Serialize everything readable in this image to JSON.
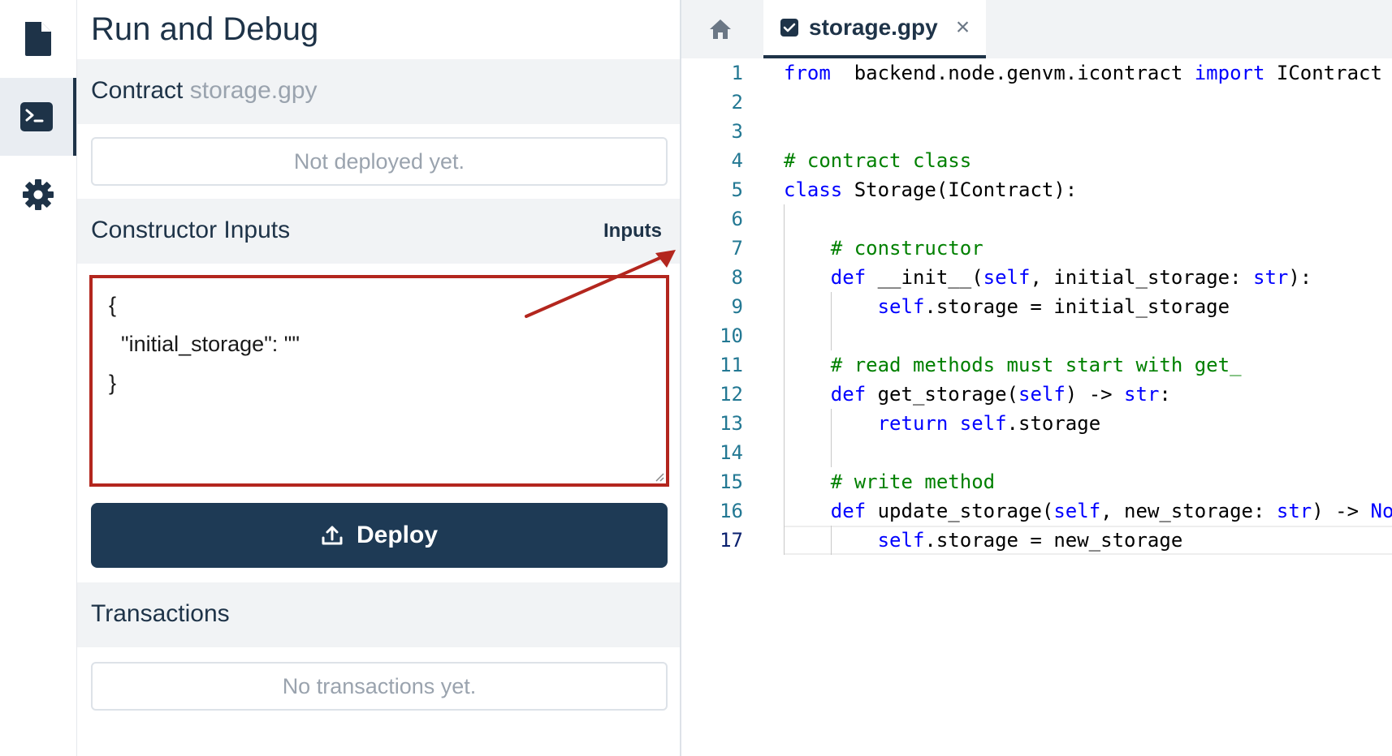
{
  "activity_bar": {
    "items": [
      {
        "name": "files",
        "icon": "file-icon",
        "active": false
      },
      {
        "name": "run-debug",
        "icon": "terminal-icon",
        "active": true
      },
      {
        "name": "settings",
        "icon": "gear-icon",
        "active": false
      }
    ]
  },
  "sidebar": {
    "title": "Run and Debug",
    "contract": {
      "label": "Contract",
      "file": "storage.gpy",
      "status": "Not deployed yet."
    },
    "constructor": {
      "label": "Constructor Inputs",
      "inputs_label": "Inputs",
      "json_lines": [
        "{",
        "  \"initial_storage\": \"\"",
        "}"
      ]
    },
    "deploy_label": "Deploy",
    "transactions": {
      "label": "Transactions",
      "empty": "No transactions yet."
    }
  },
  "editor": {
    "home_icon": "home-icon",
    "tab": {
      "label": "storage.gpy",
      "icon": "check-square-icon",
      "close": "×"
    },
    "current_line": 17,
    "lines": [
      {
        "n": "1",
        "indent": "",
        "tokens": [
          [
            "kw",
            "from"
          ],
          [
            "",
            "  backend.node.genvm.icontract "
          ],
          [
            "kw",
            "import"
          ],
          [
            "",
            " IContract"
          ]
        ]
      },
      {
        "n": "2",
        "indent": "",
        "tokens": []
      },
      {
        "n": "3",
        "indent": "",
        "tokens": []
      },
      {
        "n": "4",
        "indent": "",
        "tokens": [
          [
            "cm",
            "# contract class"
          ]
        ]
      },
      {
        "n": "5",
        "indent": "",
        "tokens": [
          [
            "kw",
            "class"
          ],
          [
            "",
            " Storage(IContract):"
          ]
        ]
      },
      {
        "n": "6",
        "indent": "",
        "tokens": []
      },
      {
        "n": "7",
        "indent": "    ",
        "tokens": [
          [
            "cm",
            "# constructor"
          ]
        ]
      },
      {
        "n": "8",
        "indent": "    ",
        "tokens": [
          [
            "kw",
            "def"
          ],
          [
            "",
            " __init__("
          ],
          [
            "kw",
            "self"
          ],
          [
            "",
            ", initial_storage: "
          ],
          [
            "kw",
            "str"
          ],
          [
            "",
            "):"
          ]
        ]
      },
      {
        "n": "9",
        "indent": "        ",
        "tokens": [
          [
            "kw",
            "self"
          ],
          [
            "",
            ".storage = initial_storage"
          ]
        ]
      },
      {
        "n": "10",
        "indent": "",
        "tokens": []
      },
      {
        "n": "11",
        "indent": "    ",
        "tokens": [
          [
            "cm",
            "# read methods must start with get_"
          ]
        ]
      },
      {
        "n": "12",
        "indent": "    ",
        "tokens": [
          [
            "kw",
            "def"
          ],
          [
            "",
            " get_storage("
          ],
          [
            "kw",
            "self"
          ],
          [
            "",
            ") -> "
          ],
          [
            "kw",
            "str"
          ],
          [
            "",
            ":"
          ]
        ]
      },
      {
        "n": "13",
        "indent": "        ",
        "tokens": [
          [
            "kw",
            "return"
          ],
          [
            "",
            " "
          ],
          [
            "kw",
            "self"
          ],
          [
            "",
            ".storage"
          ]
        ]
      },
      {
        "n": "14",
        "indent": "",
        "tokens": []
      },
      {
        "n": "15",
        "indent": "    ",
        "tokens": [
          [
            "cm",
            "# write method"
          ]
        ]
      },
      {
        "n": "16",
        "indent": "    ",
        "tokens": [
          [
            "kw",
            "def"
          ],
          [
            "",
            " update_storage("
          ],
          [
            "kw",
            "self"
          ],
          [
            "",
            ", new_storage: "
          ],
          [
            "kw",
            "str"
          ],
          [
            "",
            ") -> "
          ],
          [
            "kw",
            "No"
          ]
        ]
      },
      {
        "n": "17",
        "indent": "        ",
        "tokens": [
          [
            "kw",
            "self"
          ],
          [
            "",
            ".storage = new_storage"
          ]
        ]
      }
    ]
  }
}
